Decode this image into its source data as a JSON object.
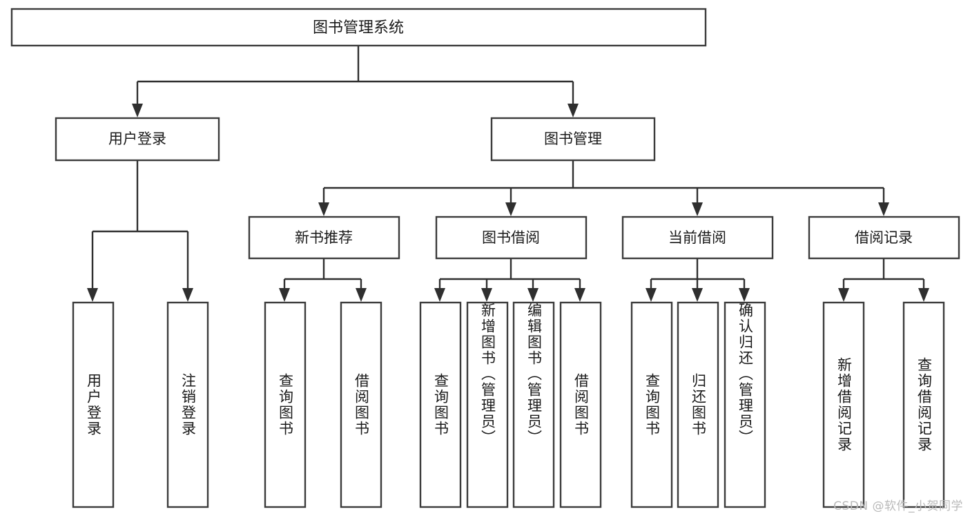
{
  "diagram": {
    "type": "tree-hierarchy",
    "title": "图书管理系统",
    "orientation": "top-down",
    "levels": 4,
    "root": {
      "id": "root",
      "label": "图书管理系统",
      "orientation": "horizontal"
    },
    "level2": [
      {
        "id": "user-login",
        "label": "用户登录",
        "orientation": "horizontal"
      },
      {
        "id": "book-management",
        "label": "图书管理",
        "orientation": "horizontal"
      }
    ],
    "level3": [
      {
        "id": "new-book-recommend",
        "label": "新书推荐",
        "orientation": "horizontal",
        "parent": "book-management"
      },
      {
        "id": "book-borrow",
        "label": "图书借阅",
        "orientation": "horizontal",
        "parent": "book-management"
      },
      {
        "id": "current-borrow",
        "label": "当前借阅",
        "orientation": "horizontal",
        "parent": "book-management"
      },
      {
        "id": "borrow-record",
        "label": "借阅记录",
        "orientation": "horizontal",
        "parent": "book-management"
      }
    ],
    "leaves": [
      {
        "id": "leaf-user-login",
        "label": "用户登录",
        "parent": "user-login",
        "orientation": "vertical"
      },
      {
        "id": "leaf-user-logout",
        "label": "注销登录",
        "parent": "user-login",
        "orientation": "vertical"
      },
      {
        "id": "leaf-query-book-1",
        "label": "查询图书",
        "parent": "new-book-recommend",
        "orientation": "vertical"
      },
      {
        "id": "leaf-borrow-book-1",
        "label": "借阅图书",
        "parent": "new-book-recommend",
        "orientation": "vertical"
      },
      {
        "id": "leaf-query-book-2",
        "label": "查询图书",
        "parent": "book-borrow",
        "orientation": "vertical"
      },
      {
        "id": "leaf-add-book",
        "label": "新增图书（管理员）",
        "parent": "book-borrow",
        "orientation": "vertical"
      },
      {
        "id": "leaf-edit-book",
        "label": "编辑图书（管理员）",
        "parent": "book-borrow",
        "orientation": "vertical"
      },
      {
        "id": "leaf-borrow-book-2",
        "label": "借阅图书",
        "parent": "book-borrow",
        "orientation": "vertical"
      },
      {
        "id": "leaf-query-book-3",
        "label": "查询图书",
        "parent": "current-borrow",
        "orientation": "vertical"
      },
      {
        "id": "leaf-return-book",
        "label": "归还图书",
        "parent": "current-borrow",
        "orientation": "vertical"
      },
      {
        "id": "leaf-confirm-return",
        "label": "确认归还（管理员）",
        "parent": "current-borrow",
        "orientation": "vertical"
      },
      {
        "id": "leaf-add-record",
        "label": "新增借阅记录",
        "parent": "borrow-record",
        "orientation": "vertical"
      },
      {
        "id": "leaf-query-record",
        "label": "查询借阅记录",
        "parent": "borrow-record",
        "orientation": "vertical"
      }
    ]
  },
  "watermark": {
    "text": "CSDN @软件_小贺同学"
  },
  "colors": {
    "box_stroke": "#3b3b3b",
    "connector": "#2f2f2f",
    "box_fill": "#ffffff",
    "text": "#1a1a1a",
    "background": "#ffffff",
    "watermark": "#b9b9b9"
  }
}
